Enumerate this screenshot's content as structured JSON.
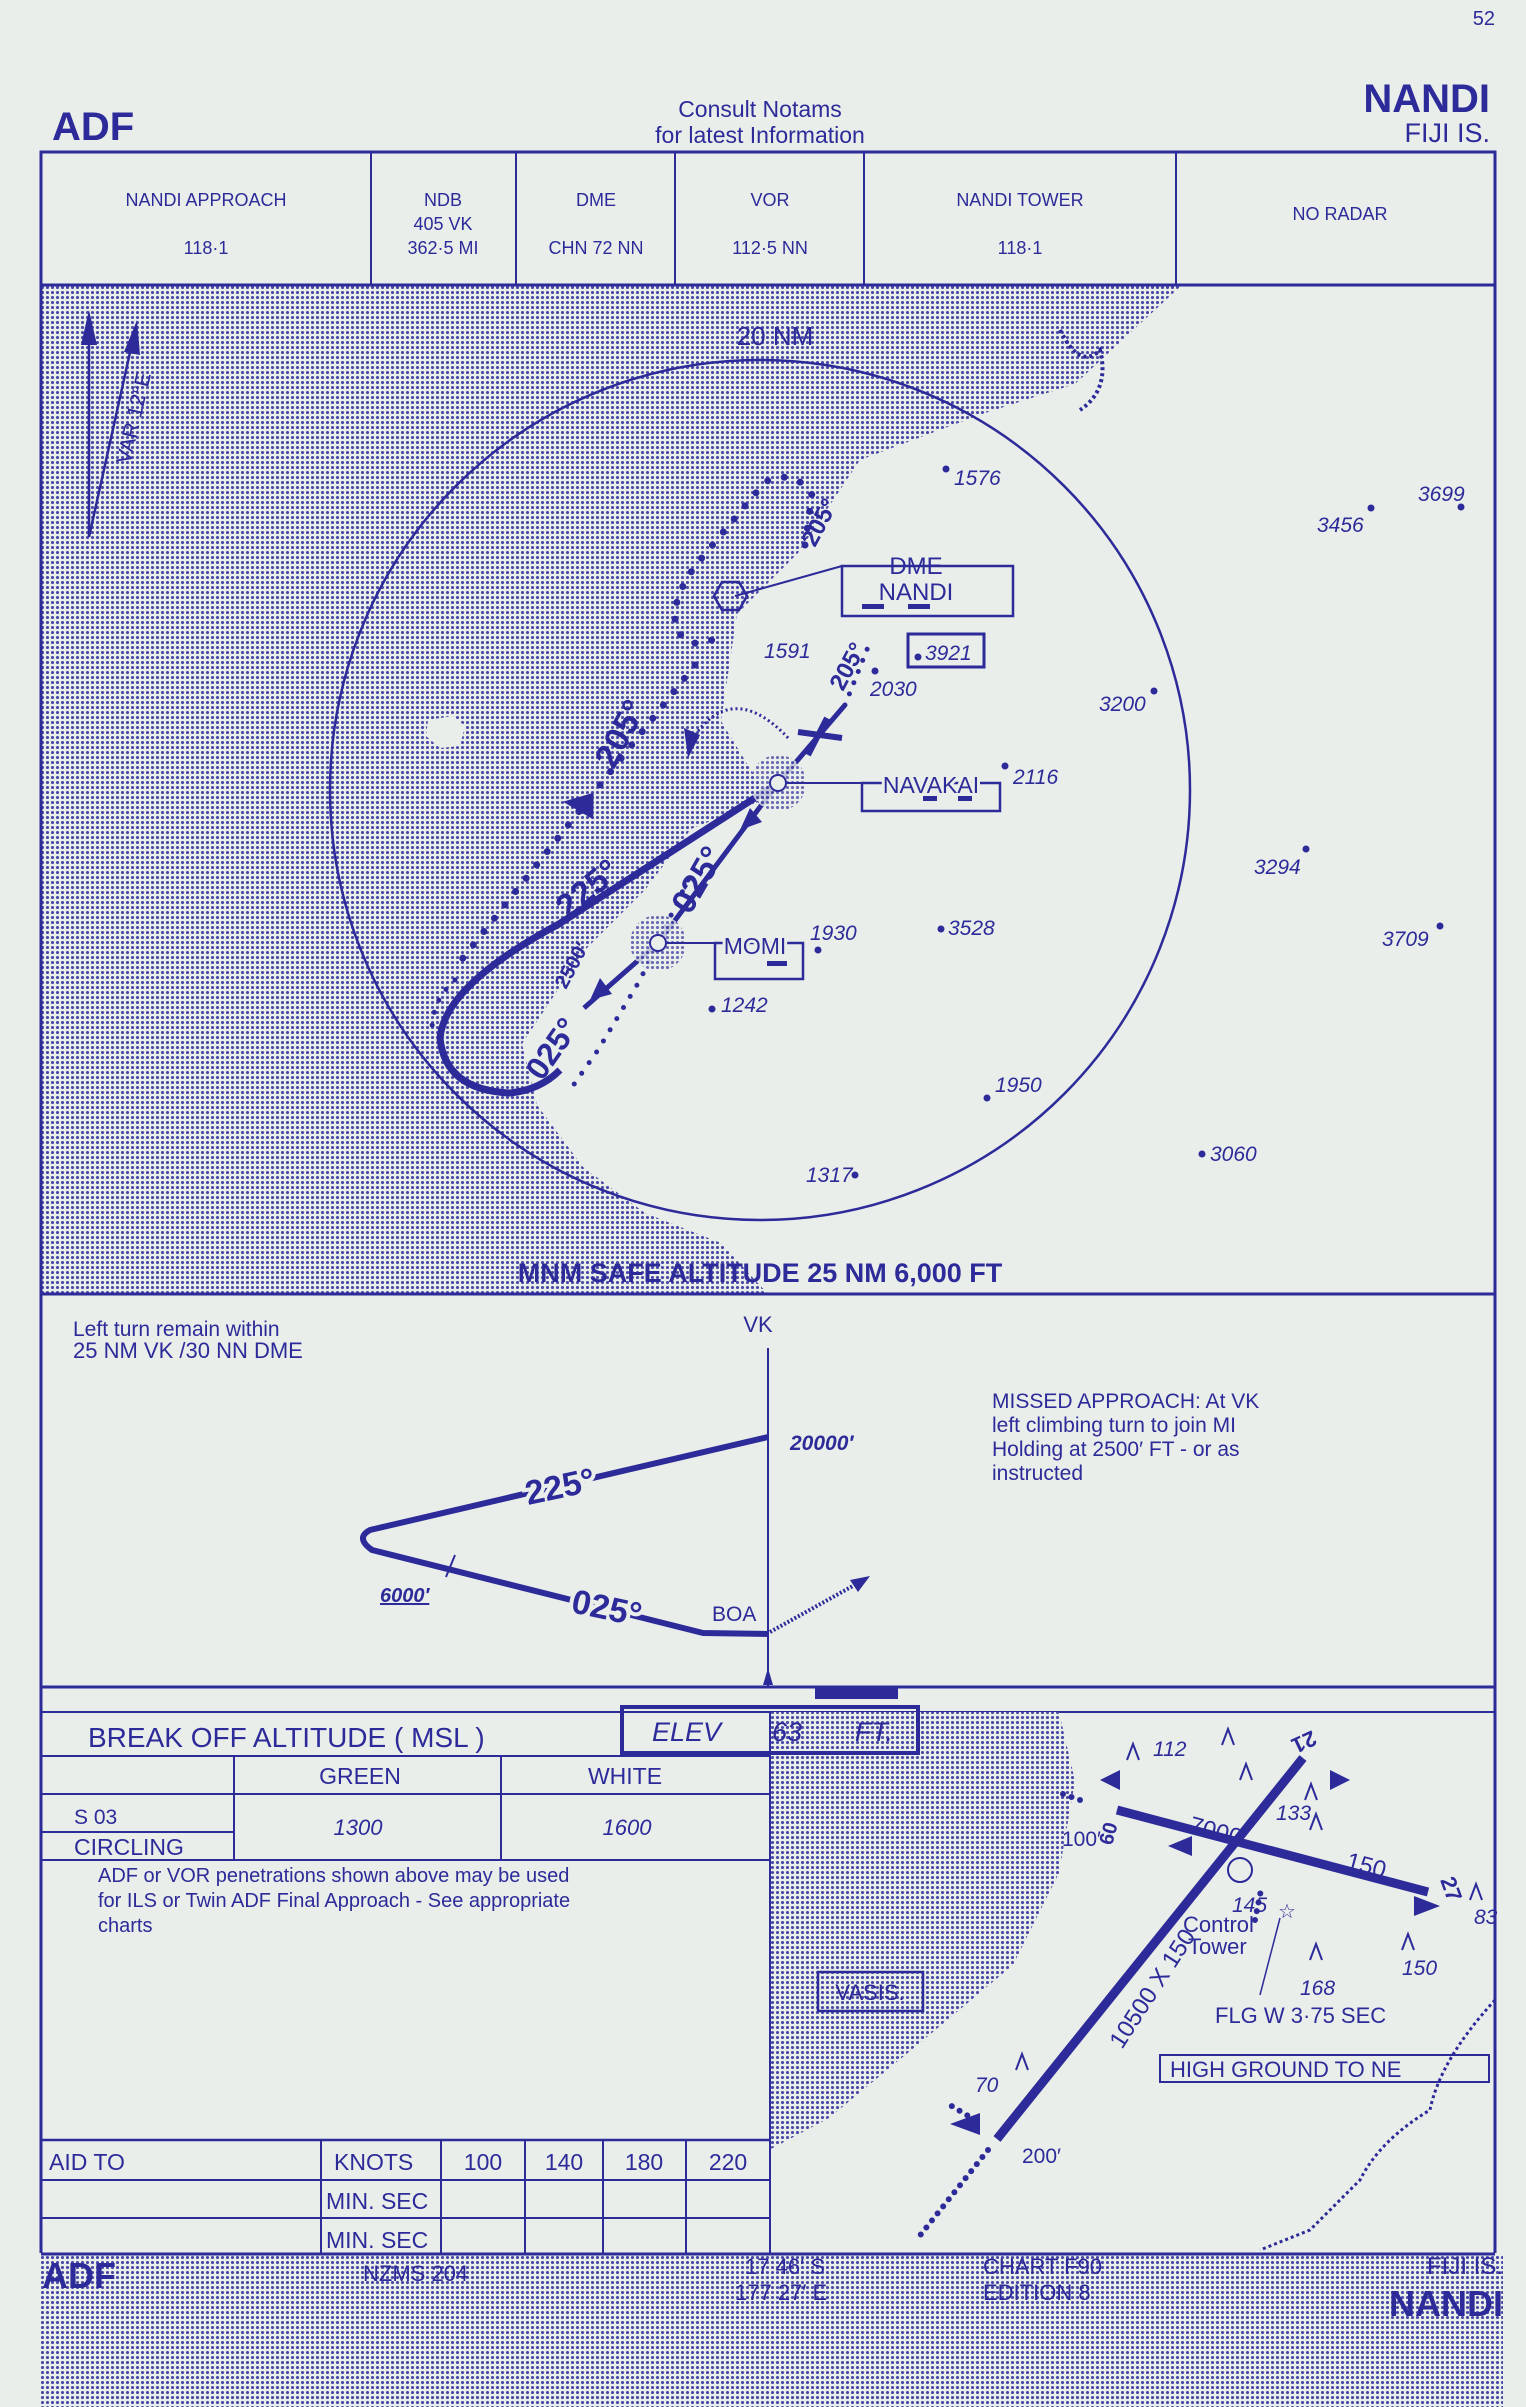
{
  "page_number": "52",
  "header": {
    "procedure": "ADF",
    "notice_line1": "Consult  Notams",
    "notice_line2": "for  latest  Information",
    "airport": "NANDI",
    "country": "FIJI IS."
  },
  "comms": [
    {
      "title": "NANDI APPROACH",
      "line1": "",
      "line2": "118·1"
    },
    {
      "title": "NDB",
      "line1": "405   VK",
      "line2": "362·5  MI"
    },
    {
      "title": "DME",
      "line1": "",
      "line2": "CHN  72  NN"
    },
    {
      "title": "VOR",
      "line1": "",
      "line2": "112·5  NN"
    },
    {
      "title": "NANDI TOWER",
      "line1": "",
      "line2": "118·1"
    },
    {
      "title": "NO RADAR",
      "line1": "",
      "line2": ""
    }
  ],
  "plan_view": {
    "variation": "VAR 12°E",
    "range_ring": "20 NM",
    "msa": "MNM SAFE ALTITUDE 25 NM  6,000 FT",
    "facilities": {
      "dme_label": "DME",
      "dme_name": "NANDI",
      "navakai": "NAVAKAI",
      "momi": "MOMI",
      "boxed_height": "3921"
    },
    "tracks": {
      "outbound_big": "205°",
      "outbound_hold": "205°",
      "outbound_navakai": "205°",
      "turn_225": "225°",
      "inbound_025": "025°",
      "inbound_025_low": "025°",
      "alt_2500": "2500′"
    },
    "spot_heights": [
      "1576",
      "3699",
      "3456",
      "1591",
      "2030",
      "3200",
      "2116",
      "3294",
      "3709",
      "1930",
      "3528",
      "1242",
      "1950",
      "3060",
      "1317"
    ]
  },
  "profile": {
    "note_line1": "Left turn remain within",
    "note_line2": "25 NM   VK /30 NN DME",
    "fix": "VK",
    "alt_top": "20000′",
    "track_out": "225°",
    "track_in": "025°",
    "alt_turn": "6000′",
    "boa": "BOA",
    "missed_line1": "MISSED APPROACH: At VK",
    "missed_line2": "left climbing turn to join MI",
    "missed_line3": "Holding at 2500′  FT - or as",
    "missed_line4": "instructed"
  },
  "break_off": {
    "title": "BREAK  OFF  ALTITUDE ( MSL )",
    "elev_label": "ELEV",
    "elev_value": "63",
    "elev_unit": "FT.",
    "col_green": "GREEN",
    "col_white": "WHITE",
    "row_s03": "S 03",
    "row_circling": "CIRCLING",
    "green_value": "1300",
    "white_value": "1600",
    "note_line1": "ADF or VOR penetrations shown above may be used",
    "note_line2": "for ILS or Twin ADF Final Approach - See appropriate",
    "note_line3": "charts"
  },
  "timing": {
    "aid_to": "AID TO",
    "knots": "KNOTS",
    "speeds": [
      "100",
      "140",
      "180",
      "220"
    ],
    "min_sec": "MIN. SEC"
  },
  "aerodrome": {
    "runway_dims": "10500 X 150",
    "rwy_21": "21",
    "rwy_27": "27",
    "rwy_cross_len": "7000",
    "rwy_cross_width": "150",
    "thr_09": "60",
    "thr_100": "100′",
    "thr_200": "200′",
    "obstacles": [
      "112",
      "133",
      "145",
      "168",
      "150",
      "83",
      "70"
    ],
    "tower": "Control",
    "tower2": "Tower",
    "beacon": "FLG W 3·75 SEC",
    "high_ground": "HIGH  GROUND  TO NE",
    "vasis": "VASIS."
  },
  "footer": {
    "procedure": "ADF",
    "map_ref": "NZMS  204",
    "lat": "17  46′ S",
    "lon": "177  27′ E",
    "chart": "CHART F90",
    "edition": "EDITION  8",
    "country": "FIJI IS.",
    "airport": "NANDI"
  },
  "colors": {
    "ink": "#2d2a99",
    "paper": "#e9eeea"
  }
}
